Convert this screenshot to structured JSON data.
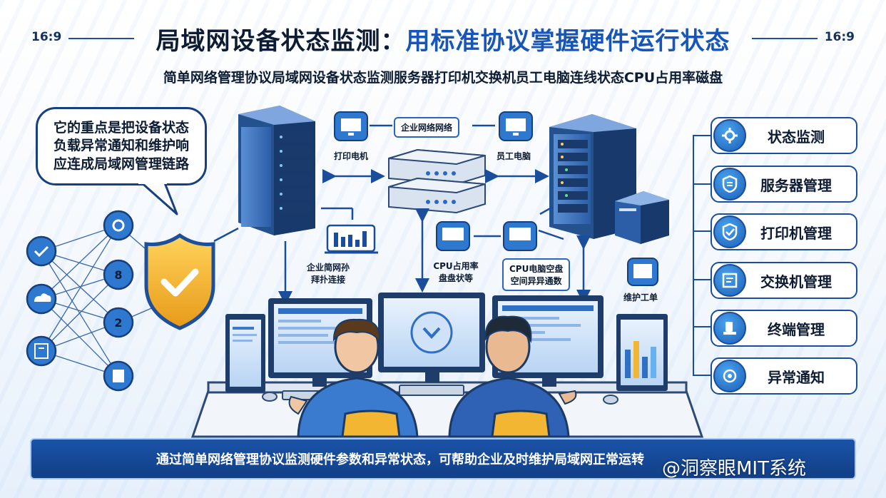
{
  "ratio_label": "16:9",
  "title": {
    "part1": "局域网设备状态监测：",
    "part2": "用标准协议掌握硬件运行状态"
  },
  "subtitle": "简单网络管理协议局域网设备状态监测服务器打印机交换机员工电脑连线状态CPU占用率磁盘",
  "bubble": {
    "line1": "它的重点是把设备状态",
    "line2": "负载异常通知和维护响",
    "line3": "应连成局域网管理链路"
  },
  "center_labels": {
    "top_pill": "企业网络网络",
    "printer": "打印电机",
    "employee_pc": "员工电脑",
    "topology_1": "企业简网孙",
    "topology_2": "拜扑连接",
    "cpu_1": "CPU占用率",
    "cpu_2": "盘盘状等",
    "cpu_pill_1": "CPU电脑空盘",
    "cpu_pill_2": "空间异异通数",
    "maintain": "维护工单"
  },
  "network_nodes": [
    "8",
    "2"
  ],
  "menu": [
    {
      "label": "状态监测",
      "icon": "gear-icon"
    },
    {
      "label": "服务器管理",
      "icon": "server-icon"
    },
    {
      "label": "打印机管理",
      "icon": "shield-icon"
    },
    {
      "label": "交换机管理",
      "icon": "switch-icon"
    },
    {
      "label": "终端管理",
      "icon": "terminal-icon"
    },
    {
      "label": "异常通知",
      "icon": "alert-icon"
    }
  ],
  "footer": "通过简单网络管理协议监测硬件参数和异常状态，可帮助企业及时维护局域网正常运转",
  "watermark": "@洞察眼MIT系统",
  "colors": {
    "primary": "#1a53a8",
    "accent": "#1756b8",
    "shield": "#f2b632"
  }
}
